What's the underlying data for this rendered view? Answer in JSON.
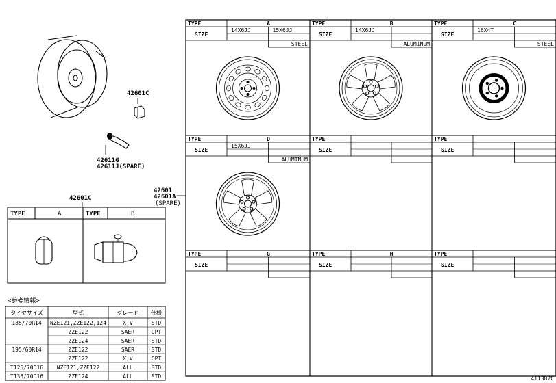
{
  "parts": {
    "wheel_main": "42601",
    "wheel_main_alt": "42601A",
    "wheel_spare_note": "(SPARE)",
    "nut": "42601C",
    "valve": "42611G",
    "valve_spare": "42611J(SPARE)"
  },
  "labels": {
    "type": "TYPE",
    "size": "SIZE"
  },
  "wheel_panels": [
    {
      "type": "A",
      "sizes": [
        "14X6JJ",
        "15X6JJ"
      ],
      "material": "STEEL",
      "style": "steel"
    },
    {
      "type": "B",
      "sizes": [
        "14X6JJ",
        ""
      ],
      "material": "ALUMINUM",
      "style": "alloy"
    },
    {
      "type": "C",
      "sizes": [
        "16X4T",
        ""
      ],
      "material": "STEEL",
      "style": "spare"
    },
    {
      "type": "D",
      "sizes": [
        "15X6JJ",
        ""
      ],
      "material": "ALUMINUM",
      "style": "alloy"
    },
    {
      "type": "",
      "sizes": [
        "",
        ""
      ],
      "material": "",
      "style": "none"
    },
    {
      "type": "",
      "sizes": [
        "",
        ""
      ],
      "material": "",
      "style": "none"
    },
    {
      "type": "G",
      "sizes": [
        "",
        ""
      ],
      "material": "",
      "style": "none"
    },
    {
      "type": "H",
      "sizes": [
        "",
        ""
      ],
      "material": "",
      "style": "none"
    },
    {
      "type": "",
      "sizes": [
        "",
        ""
      ],
      "material": "",
      "style": "none"
    }
  ],
  "nut_box": {
    "type_a": "A",
    "type_b": "B"
  },
  "reference": {
    "title": "<参考情報>",
    "headers": [
      "タイヤサイズ",
      "型式",
      "グレード",
      "仕様"
    ],
    "rows": [
      [
        "185/70R14",
        "NZE121,ZZE122,124",
        "X,V",
        "STD"
      ],
      [
        "",
        "ZZE122",
        "SAER",
        "OPT"
      ],
      [
        "",
        "ZZE124",
        "SAER",
        "STD"
      ],
      [
        "195/60R14",
        "ZZE122",
        "SAER",
        "STD"
      ],
      [
        "",
        "ZZE122",
        "X,V",
        "OPT"
      ],
      [
        "T125/70D16",
        "NZE121,ZZE122",
        "ALL",
        "STD"
      ],
      [
        "T135/70D16",
        "ZZE124",
        "ALL",
        "STD"
      ]
    ]
  },
  "figure_code": "411382C"
}
